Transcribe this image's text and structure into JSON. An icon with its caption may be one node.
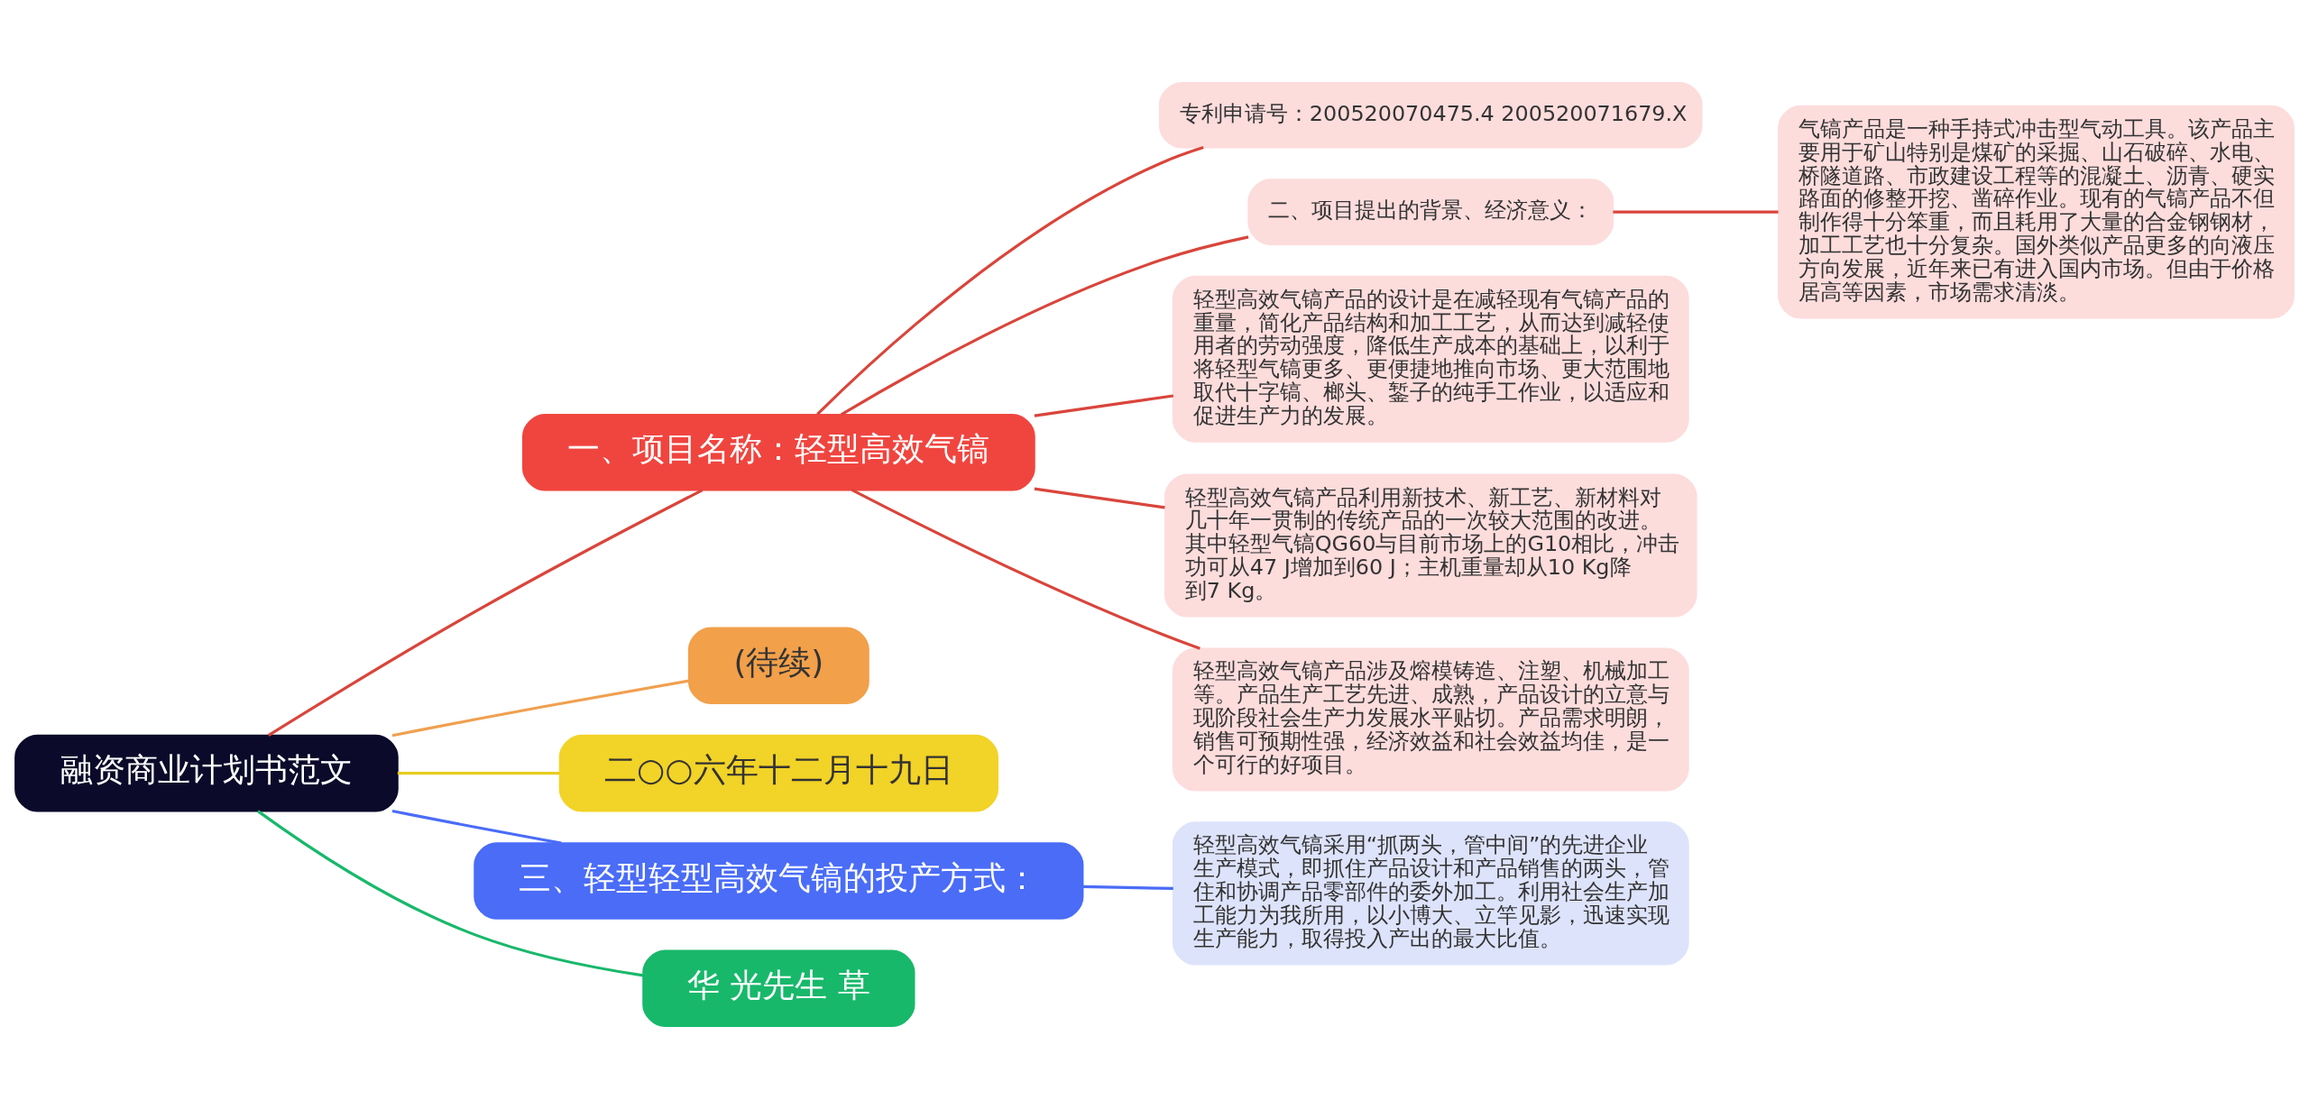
{
  "diagram": {
    "nodes": [
      {
        "text": [
          "融资商业计划书范文"
        ]
      },
      {
        "text": [
          "一、项目名称：轻型高效气镐"
        ]
      },
      {
        "text": [
          "专利申请号：200520070475.4 200520071679.X"
        ]
      },
      {
        "text": [
          "二、项目提出的背景、经济意义："
        ]
      },
      {
        "text": [
          "气镐产品是一种手持式冲击型气动工具。该产品主要用于矿山特别是煤矿的采掘、山石破碎、水电、桥隧道路、市政建设工程等的混凝土、沥青、硬实路面的修整开挖、凿碎作业。现有的气镐产品不但制作得十分笨重，而且耗用了大量的合金钢钢材，加工工艺也十分复杂。国外类似产品更多的向液压方向发展，近年来已有进入国内市场。但由于价格居高等因素，市场需求清淡。"
        ]
      },
      {
        "text": [
          "轻型高效气镐产品的设计是在减轻现有气镐产品的重量，简化产品结构和加工工艺，从而达到减轻使用者的劳动强度，降低生产成本的基础上，以利于将轻型气镐更多、更便捷地推向市场、更大范围地取代十字镐、榔头、錾子的纯手工作业，以适应和促进生产力的发展。"
        ]
      },
      {
        "text": [
          "轻型高效气镐产品利用新技术、新工艺、新材料对几十年一贯制的传统产品的一次较大范围的改进。其中轻型气镐QG60与目前市场上的G10相比，冲击功可从47 J增加到60 J；主机重量却从10 Kg降到7 Kg。"
        ]
      },
      {
        "text": [
          "轻型高效气镐产品涉及熔模铸造、注塑、机械加工等。产品生产工艺先进、成熟，产品设计的立意与现阶段社会生产力发展水平贴切。产品需求明朗，销售可预期性强，经济效益和社会效益均佳，是一个可行的好项目。"
        ]
      },
      {
        "text": [
          "(待续)"
        ]
      },
      {
        "text": [
          "二○○六年十二月十九日"
        ]
      },
      {
        "text": [
          "三、轻型轻型高效气镐的投产方式："
        ]
      },
      {
        "text": [
          "轻型高效气镐采用“抓两头，管中间”的先进企业生产模式，即抓住产品设计和产品销售的两头，管住和协调产品零部件的委外加工。利用社会生产加工能力为我所用，以小博大、立竿见影，迅速实现生产能力，取得投入产出的最大比值。"
        ]
      },
      {
        "text": [
          "华 光先生 草"
        ]
      }
    ],
    "edges": [
      {
        "from": 0,
        "to": 1,
        "arrow": "none"
      },
      {
        "from": 1,
        "to": 2,
        "arrow": "none"
      },
      {
        "from": 1,
        "to": 3,
        "arrow": "none"
      },
      {
        "from": 3,
        "to": 4,
        "arrow": "none"
      },
      {
        "from": 1,
        "to": 5,
        "arrow": "none"
      },
      {
        "from": 1,
        "to": 6,
        "arrow": "none"
      },
      {
        "from": 1,
        "to": 7,
        "arrow": "none"
      },
      {
        "from": 0,
        "to": 8,
        "arrow": "none",
        "color": "#f0a050"
      },
      {
        "from": 0,
        "to": 9,
        "arrow": "none",
        "color": "#e8cc20"
      },
      {
        "from": 0,
        "to": 10,
        "arrow": "none",
        "color": "#4a6cf7"
      },
      {
        "from": 10,
        "to": 11,
        "arrow": "none",
        "color": "#4a6cf7"
      },
      {
        "from": 0,
        "to": 12,
        "arrow": "none",
        "color": "#18b86b"
      }
    ]
  }
}
